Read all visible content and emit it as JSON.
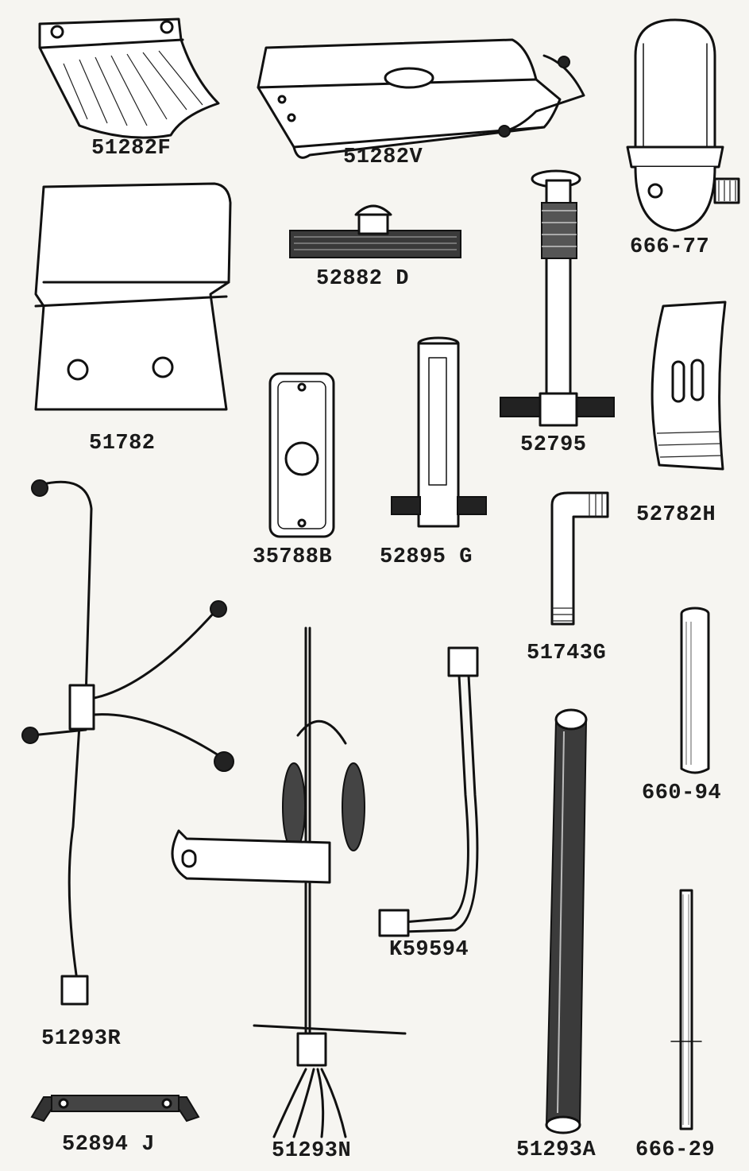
{
  "parts": [
    {
      "id": "51282F",
      "label": "51282F"
    },
    {
      "id": "51282V",
      "label": "51282V"
    },
    {
      "id": "666-77",
      "label": "666-77"
    },
    {
      "id": "51782",
      "label": "51782"
    },
    {
      "id": "52882D",
      "label": "52882 D"
    },
    {
      "id": "52795",
      "label": "52795"
    },
    {
      "id": "52782H",
      "label": "52782H"
    },
    {
      "id": "35788B",
      "label": "35788B"
    },
    {
      "id": "52895G",
      "label": "52895 G"
    },
    {
      "id": "51743G",
      "label": "51743G"
    },
    {
      "id": "51293R",
      "label": "51293R"
    },
    {
      "id": "K59594",
      "label": "K59594"
    },
    {
      "id": "660-94",
      "label": "660-94"
    },
    {
      "id": "52894J",
      "label": "52894 J"
    },
    {
      "id": "51293N",
      "label": "51293N"
    },
    {
      "id": "51293A",
      "label": "51293A"
    },
    {
      "id": "666-29",
      "label": "666-29"
    }
  ]
}
